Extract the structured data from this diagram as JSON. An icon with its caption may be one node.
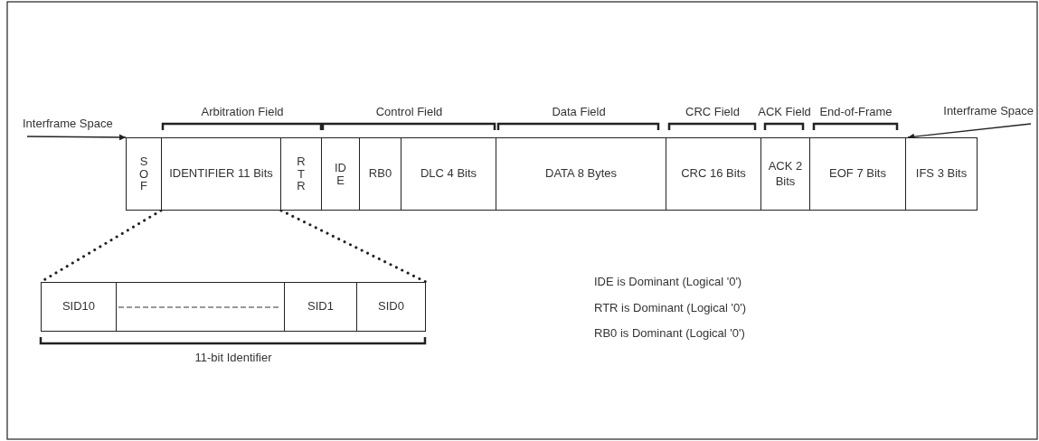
{
  "diagram": {
    "nodes": [
      {
        "text": [
          "SOF"
        ]
      },
      {
        "text": [
          "IDENTIFIER 11 Bits"
        ]
      },
      {
        "text": [
          "RTR"
        ]
      },
      {
        "text": [
          "IDE"
        ]
      },
      {
        "text": [
          "RB0"
        ]
      },
      {
        "text": [
          "DLC 4 Bits"
        ]
      },
      {
        "text": [
          "DATA 8 Bytes"
        ]
      },
      {
        "text": [
          "CRC 16 Bits"
        ]
      },
      {
        "text": [
          "ACK 2 Bits"
        ]
      },
      {
        "text": [
          "EOF 7 Bits"
        ]
      },
      {
        "text": [
          "IFS 3 Bits"
        ]
      },
      {
        "text": [
          "SID10"
        ]
      },
      {
        "text": [],
        "shape": "box"
      },
      {
        "text": [
          "SID1"
        ]
      },
      {
        "text": [
          "SID0"
        ]
      }
    ],
    "edges": [
      {
        "from": null,
        "to": 0,
        "arrow": "to",
        "label": "Interframe Space"
      },
      {
        "from": null,
        "to": 10,
        "arrow": "to",
        "label": "Interframe Space"
      },
      {
        "from": 1,
        "to": 11,
        "arrow": "none",
        "style": "dashed"
      },
      {
        "from": 1,
        "to": 14,
        "arrow": "none",
        "style": "dashed"
      }
    ],
    "labels": [
      "Arbitration Field",
      "Control Field",
      "Data Field",
      "CRC Field",
      "ACK Field",
      "End-of-Frame",
      "11-bit Identifier",
      "IDE is Dominant (Logical '0')",
      "RTR is Dominant (Logical '0')",
      "RB0 is Dominant (Logical '0')"
    ]
  }
}
